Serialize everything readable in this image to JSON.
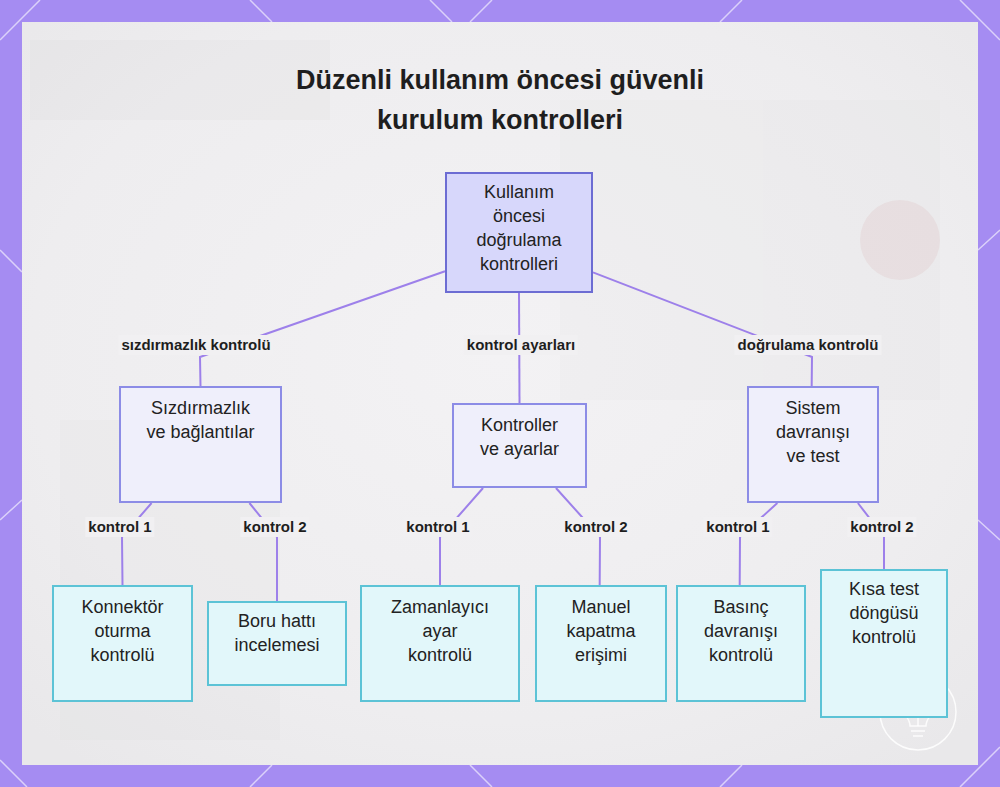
{
  "diagram": {
    "title": "Düzenli kullanım öncesi güvenli kurulum kontrolleri",
    "nodes": [
      {
        "text": [
          "Kullanım öncesi doğrulama kontrolleri"
        ]
      },
      {
        "text": [
          "Sızdırmazlık ve bağlantılar"
        ]
      },
      {
        "text": [
          "Kontroller ve ayarlar"
        ]
      },
      {
        "text": [
          "Sistem davranışı ve test"
        ]
      },
      {
        "text": [
          "Konnektör oturma kontrolü"
        ]
      },
      {
        "text": [
          "Boru hattı incelemesi"
        ]
      },
      {
        "text": [
          "Zamanlayıcı ayar kontrolü"
        ]
      },
      {
        "text": [
          "Manuel kapatma erişimi"
        ]
      },
      {
        "text": [
          "Basınç davranışı kontrolü"
        ]
      },
      {
        "text": [
          "Kısa test döngüsü kontrolü"
        ]
      }
    ],
    "edges": [
      {
        "from": 0,
        "to": 1,
        "label": "sızdırmazlık kontrolü",
        "arrow": "none"
      },
      {
        "from": 0,
        "to": 2,
        "label": "kontrol ayarları",
        "arrow": "none"
      },
      {
        "from": 0,
        "to": 3,
        "label": "doğrulama kontrolü",
        "arrow": "none"
      },
      {
        "from": 1,
        "to": 4,
        "label": "kontrol 1",
        "arrow": "none"
      },
      {
        "from": 1,
        "to": 5,
        "label": "kontrol 2",
        "arrow": "none"
      },
      {
        "from": 2,
        "to": 6,
        "label": "kontrol 1",
        "arrow": "none"
      },
      {
        "from": 2,
        "to": 7,
        "label": "kontrol 2",
        "arrow": "none"
      },
      {
        "from": 3,
        "to": 8,
        "label": "kontrol 1",
        "arrow": "none"
      },
      {
        "from": 3,
        "to": 9,
        "label": "kontrol 2",
        "arrow": "none"
      }
    ]
  }
}
